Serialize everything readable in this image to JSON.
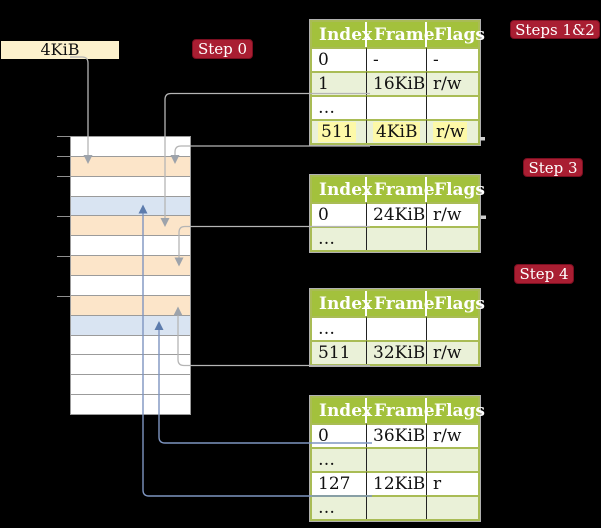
{
  "labels": {
    "page_size": "4KiB",
    "step0": "Step 0",
    "steps12": "Steps 1&2",
    "step3": "Step 3",
    "step4": "Step 4"
  },
  "colors": {
    "background": "#000000",
    "badge_red": "#a91e32",
    "header_green": "#a3c13c",
    "row_green": "#eaf1d8",
    "table_border_olive": "#a9bc55",
    "highlight_yellow": "#fdf9a8",
    "frame_peach": "#fce5c9",
    "frame_blue": "#d9e4f2",
    "frame_white": "#ffffff",
    "arrow_gray": "#b5b5b5",
    "arrow_gray_head": "#9da3ab",
    "arrow_blue": "#7e95c0",
    "arrow_blue_head": "#5d7cad"
  },
  "memory": {
    "rows": [
      "white",
      "peach",
      "white",
      "blue",
      "peach",
      "white",
      "peach",
      "white",
      "peach",
      "blue",
      "white",
      "white",
      "white",
      "white"
    ]
  },
  "tables": {
    "headers": [
      "Index",
      "Frame",
      "Flags"
    ],
    "level0": {
      "rows": [
        {
          "index": "0",
          "frame": "-",
          "flags": "-"
        },
        {
          "index": "1",
          "frame": "16KiB",
          "flags": "r/w"
        },
        {
          "index": "…",
          "frame": "",
          "flags": ""
        },
        {
          "index": "511",
          "frame": "4KiB",
          "flags": "r/w"
        }
      ]
    },
    "level1": {
      "rows": [
        {
          "index": "0",
          "frame": "24KiB",
          "flags": "r/w"
        },
        {
          "index": "…",
          "frame": "",
          "flags": ""
        }
      ]
    },
    "level2": {
      "rows": [
        {
          "index": "…",
          "frame": "",
          "flags": ""
        },
        {
          "index": "511",
          "frame": "32KiB",
          "flags": "r/w"
        }
      ]
    },
    "level3": {
      "rows": [
        {
          "index": "0",
          "frame": "36KiB",
          "flags": "r/w"
        },
        {
          "index": "…",
          "frame": "",
          "flags": ""
        },
        {
          "index": "127",
          "frame": "12KiB",
          "flags": "r"
        },
        {
          "index": "…",
          "frame": "",
          "flags": ""
        }
      ]
    }
  }
}
